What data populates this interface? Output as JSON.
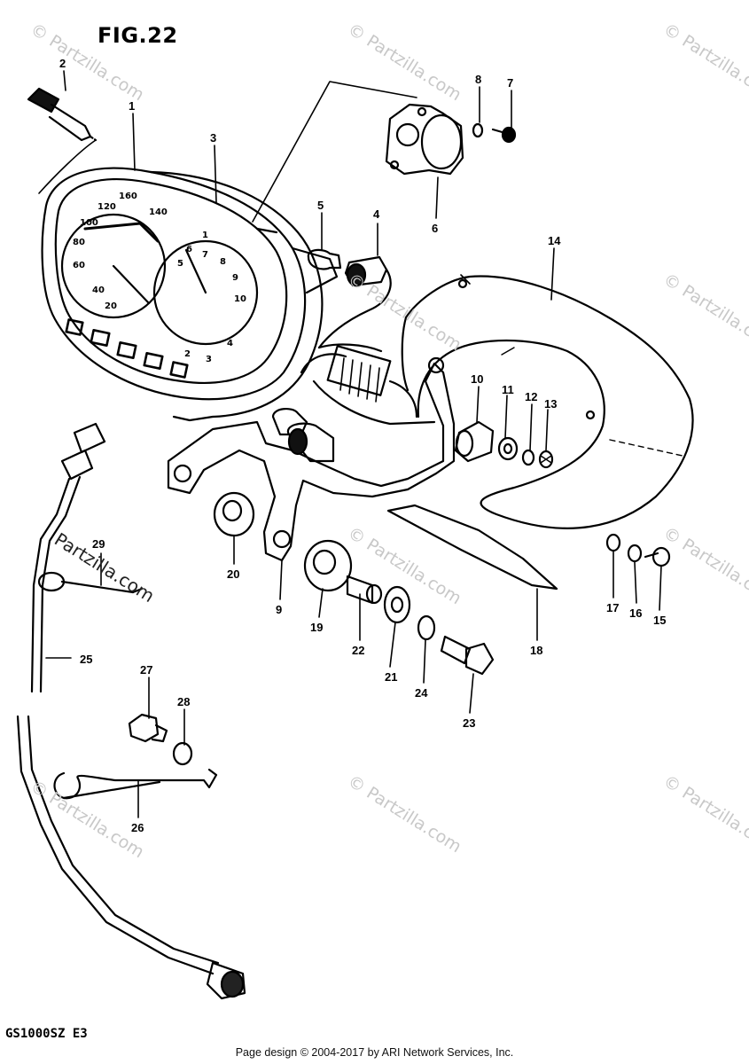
{
  "figure_title": "FIG.22",
  "model_code": "GS1000SZ  E3",
  "footer_text": "Page design © 2004-2017 by ARI Network Services, Inc.",
  "watermark_text": "© Partzilla.com",
  "inline_watermark_text": "Partzilla.com",
  "gauge_numbers": [
    "160",
    "140",
    "120",
    "100",
    "80",
    "60",
    "40",
    "20",
    "7",
    "8",
    "9",
    "10",
    "6",
    "5",
    "4",
    "3",
    "2",
    "1"
  ],
  "callouts": [
    "1",
    "2",
    "3",
    "4",
    "5",
    "6",
    "7",
    "8",
    "9",
    "10",
    "11",
    "12",
    "13",
    "14",
    "15",
    "16",
    "17",
    "18",
    "19",
    "20",
    "21",
    "22",
    "23",
    "24",
    "25",
    "26",
    "27",
    "28",
    "29"
  ]
}
